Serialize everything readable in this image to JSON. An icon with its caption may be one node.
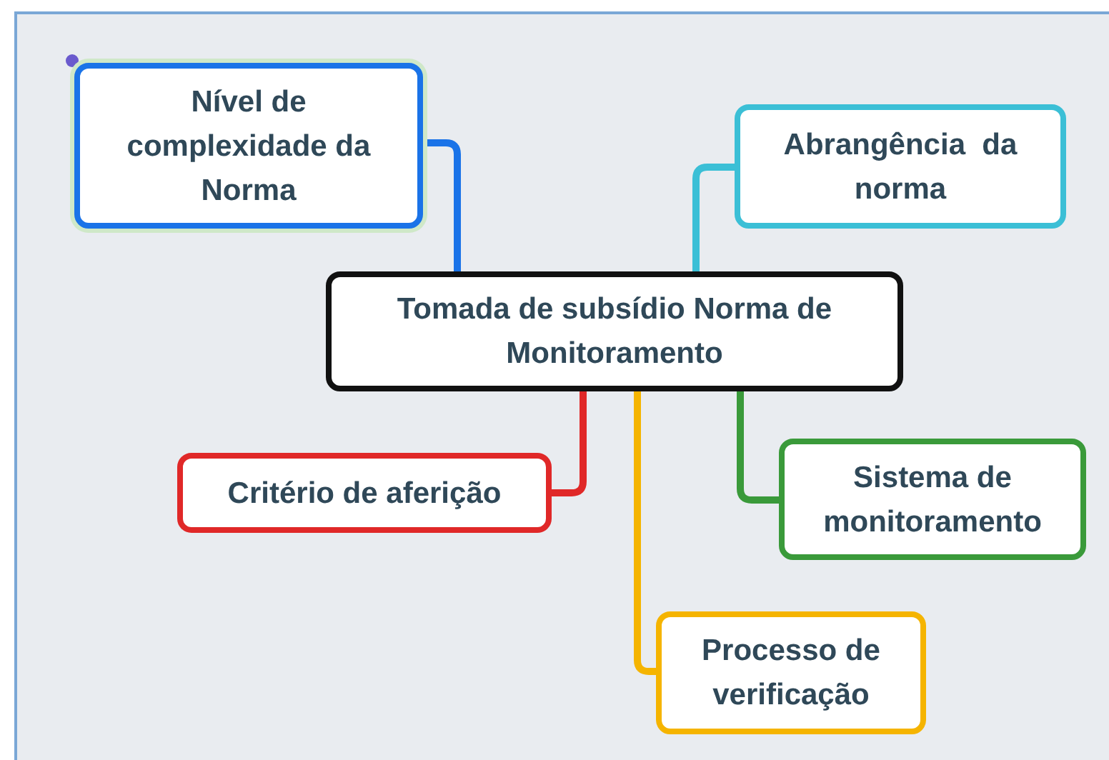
{
  "diagram": {
    "nodes": [
      {
        "text": [
          "Tomada de subsídio Norma de Monitoramento"
        ]
      },
      {
        "text": [
          "Nível de complexidade da Norma"
        ]
      },
      {
        "text": [
          "Abrangência  da norma"
        ]
      },
      {
        "text": [
          "Critério de aferição"
        ]
      },
      {
        "text": [
          "Sistema de monitoramento"
        ]
      },
      {
        "text": [
          "Processo de verificação"
        ]
      }
    ],
    "edges": [
      {
        "from": 0,
        "to": 1,
        "arrow": "none",
        "color": "#1a73e8"
      },
      {
        "from": 0,
        "to": 2,
        "arrow": "none",
        "color": "#3bbfd6"
      },
      {
        "from": 0,
        "to": 3,
        "arrow": "none",
        "color": "#e02828"
      },
      {
        "from": 0,
        "to": 4,
        "arrow": "none",
        "color": "#3a9a3a"
      },
      {
        "from": 0,
        "to": 5,
        "arrow": "none",
        "color": "#f5b400"
      }
    ]
  }
}
